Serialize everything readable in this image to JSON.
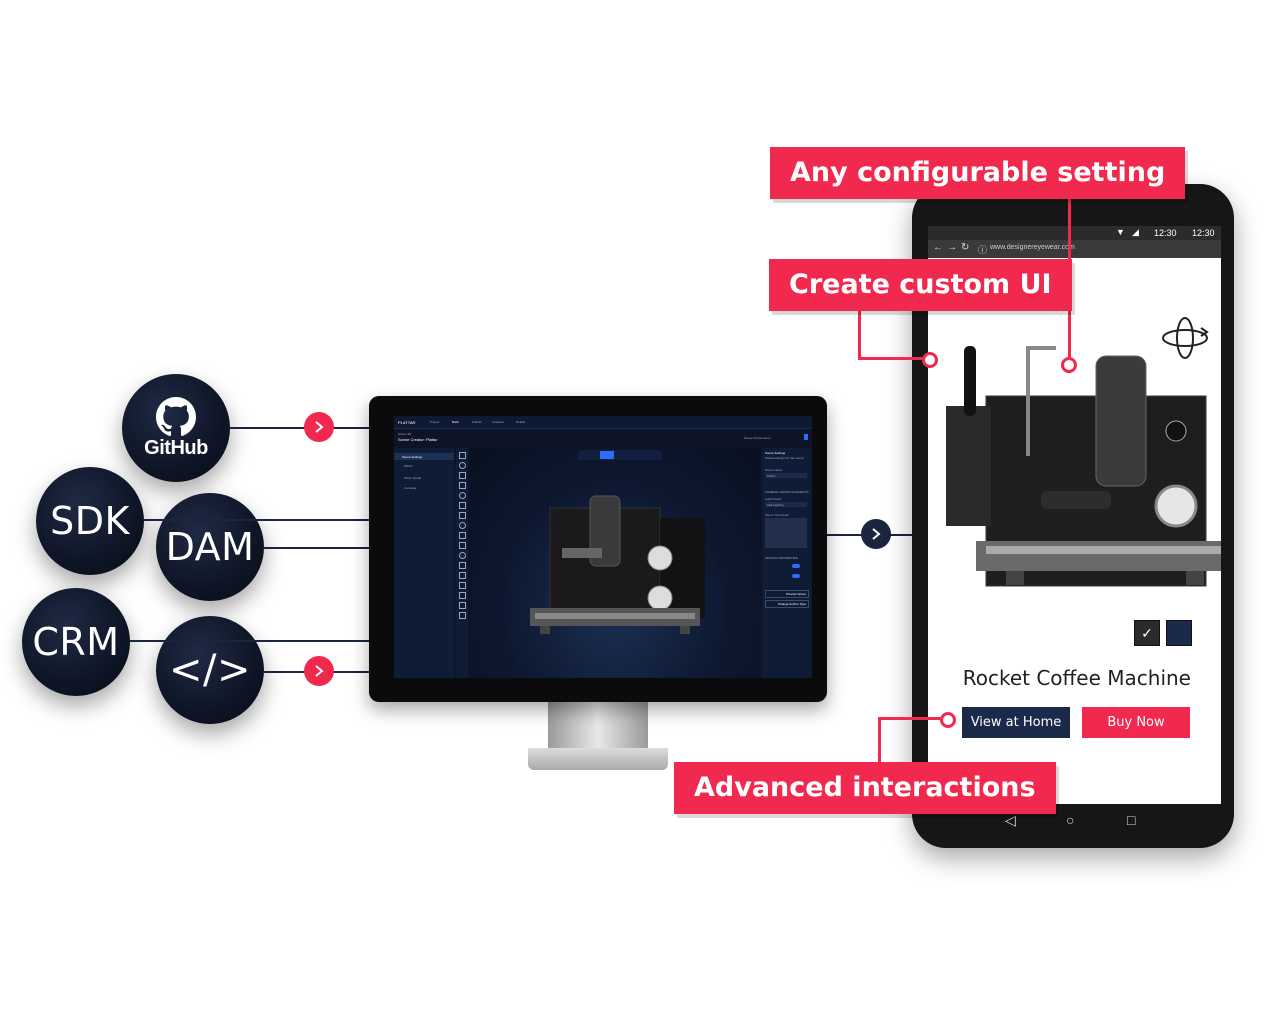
{
  "integrations": {
    "github": "GitHub",
    "sdk": "SDK",
    "dam": "DAM",
    "crm": "CRM",
    "code": "</>"
  },
  "callouts": {
    "configurable": "Any configurable setting",
    "custom_ui": "Create custom UI",
    "interactions": "Advanced interactions"
  },
  "desktop_app": {
    "brand": "PLATTAR",
    "nav": [
      "Project",
      "Build",
      "Publish",
      "Analytics",
      "Details"
    ],
    "breadcrumb": "Scene 3D",
    "scene_title": "Scene Creator: Plattur",
    "sidebar": [
      "Scene Settings",
      "Plattur",
      "Photo Studio",
      "Cameras"
    ],
    "right_panel": {
      "title": "Scene Settings",
      "subtitle": "Global settings for this scene",
      "scene_name_label": "Scene Name",
      "scene_name_value": "Plattur",
      "general_heading": "GENERAL DESIGN ELEMENTS",
      "light_label": "Light Preset",
      "light_value": "Soft Lighting",
      "thumb_label": "Scene Thumbnail",
      "special_heading": "SPECIAL PROPERTIES",
      "buttons": [
        "Preview Scene",
        "Change Anchor Type"
      ]
    },
    "toolbar_right": "Scene Performance"
  },
  "phone": {
    "status_time": "12:30",
    "url": "www.designereyewear.com",
    "product_title": "Rocket Coffee Machine",
    "view_button": "View at Home",
    "buy_button": "Buy Now",
    "swatch_colors": [
      "#2b2b2b",
      "#1b2a4a"
    ]
  },
  "colors": {
    "accent_red": "#f2294e",
    "navy": "#1b2a4a"
  }
}
